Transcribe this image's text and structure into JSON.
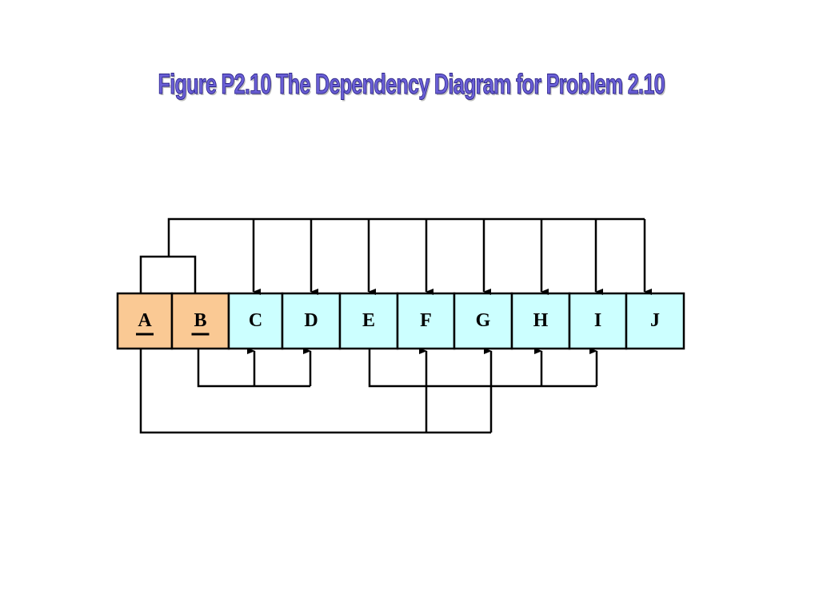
{
  "title": "Figure P2.10  The Dependency Diagram for Problem 2.10",
  "colors": {
    "key_fill": "#FAC994",
    "attr_fill": "#CCFFFF",
    "stroke": "#000000",
    "title_fill": "#6A5FD6",
    "title_outline": "#2B2388"
  },
  "attributes": [
    {
      "label": "A",
      "key": true
    },
    {
      "label": "B",
      "key": true
    },
    {
      "label": "C",
      "key": false
    },
    {
      "label": "D",
      "key": false
    },
    {
      "label": "E",
      "key": false
    },
    {
      "label": "F",
      "key": false
    },
    {
      "label": "G",
      "key": false
    },
    {
      "label": "H",
      "key": false
    },
    {
      "label": "I",
      "key": false
    },
    {
      "label": "J",
      "key": false
    }
  ],
  "dependencies": [
    {
      "from": [
        "A",
        "B"
      ],
      "to": [
        "C",
        "D",
        "E",
        "F",
        "G",
        "H",
        "I",
        "J"
      ],
      "kind": "full"
    },
    {
      "from": [
        "B"
      ],
      "to": [
        "C",
        "D"
      ],
      "kind": "partial"
    },
    {
      "from": [
        "A"
      ],
      "to": [
        "F",
        "G"
      ],
      "kind": "partial"
    },
    {
      "from": [
        "E"
      ],
      "to": [
        "F",
        "H",
        "I"
      ],
      "kind": "transitive"
    }
  ]
}
